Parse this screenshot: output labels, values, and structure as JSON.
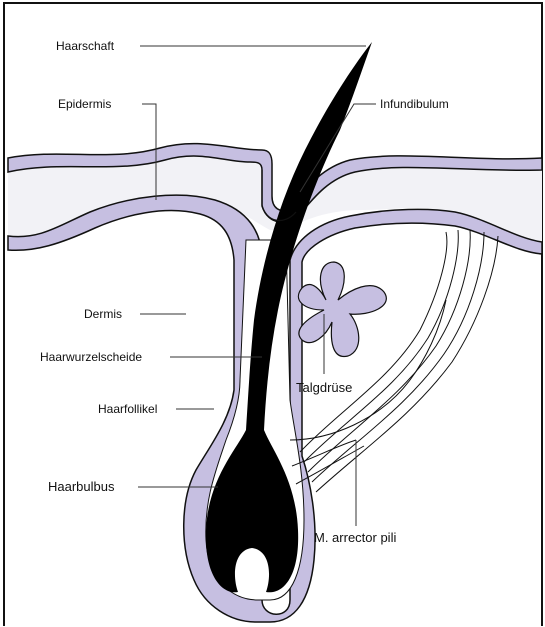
{
  "colors": {
    "membrane": "#c6bfe1",
    "epidermis_fill": "#f2f2f6",
    "outline": "#111111",
    "hair": "#000000",
    "background": "#ffffff"
  },
  "labels": {
    "haarschaft": "Haarschaft",
    "epidermis": "Epidermis",
    "infundibulum": "Infundibulum",
    "dermis": "Dermis",
    "haarwurzelscheide": "Haarwurzelscheide",
    "haarfollikel": "Haarfollikel",
    "haarbulbus": "Haarbulbus",
    "talgdruese": "Talgdrüse",
    "arrector": "M. arrector pili"
  }
}
